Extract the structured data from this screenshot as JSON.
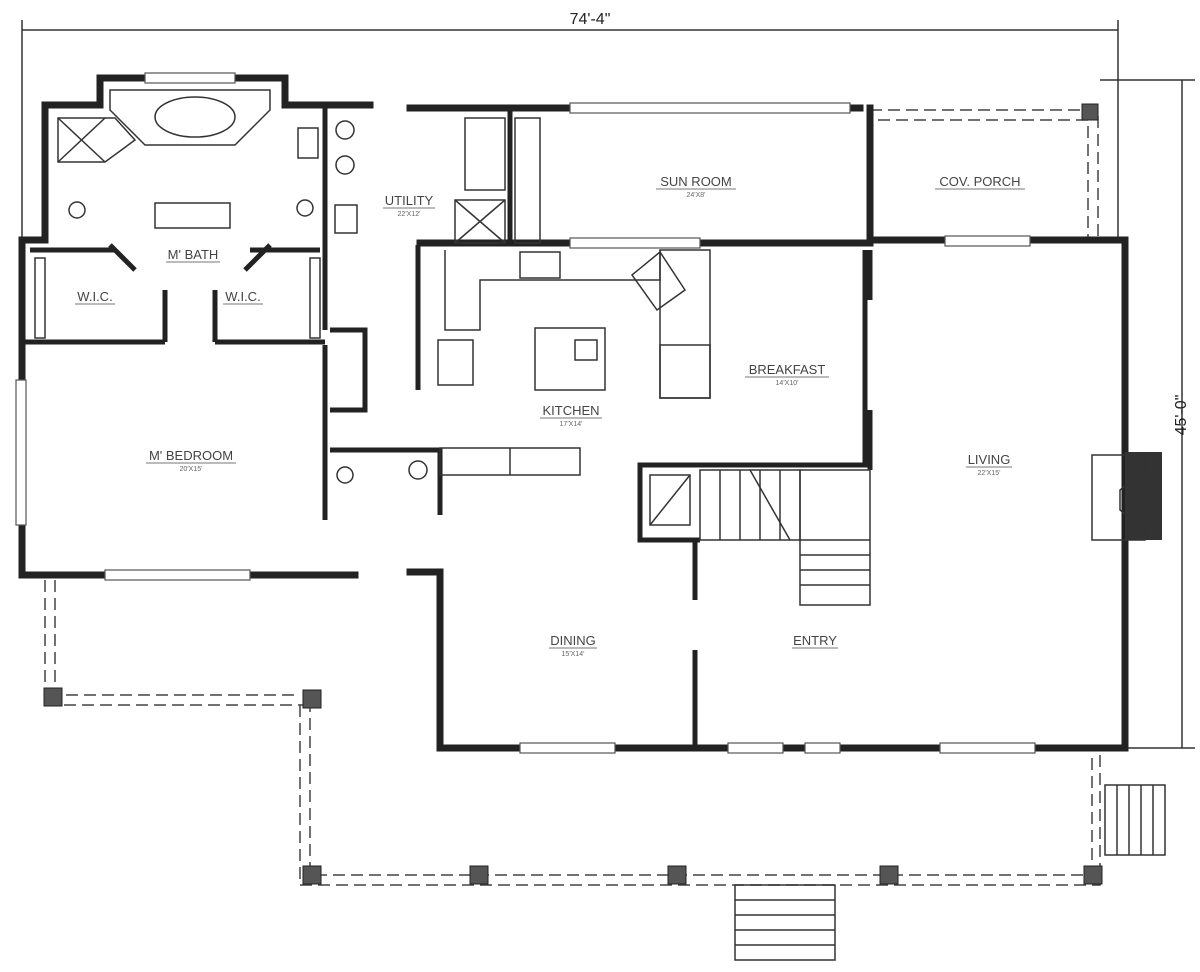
{
  "dimensions": {
    "width": "74'-4\"",
    "depth": "45'-0\""
  },
  "rooms": {
    "utility": {
      "name": "UTILITY",
      "size": "22'X12'"
    },
    "sun_room": {
      "name": "SUN ROOM",
      "size": "24'X8'"
    },
    "cov_porch": {
      "name": "COV. PORCH"
    },
    "m_bath": {
      "name": "M' BATH"
    },
    "wic_left": {
      "name": "W.I.C."
    },
    "wic_right": {
      "name": "W.I.C."
    },
    "breakfast": {
      "name": "BREAKFAST",
      "size": "14'X10'"
    },
    "kitchen": {
      "name": "KITCHEN",
      "size": "17'X14'"
    },
    "m_bedroom": {
      "name": "M' BEDROOM",
      "size": "20'X15'"
    },
    "living": {
      "name": "LIVING",
      "size": "22'X15'"
    },
    "dining": {
      "name": "DINING",
      "size": "15'X14'"
    },
    "entry": {
      "name": "ENTRY"
    }
  }
}
